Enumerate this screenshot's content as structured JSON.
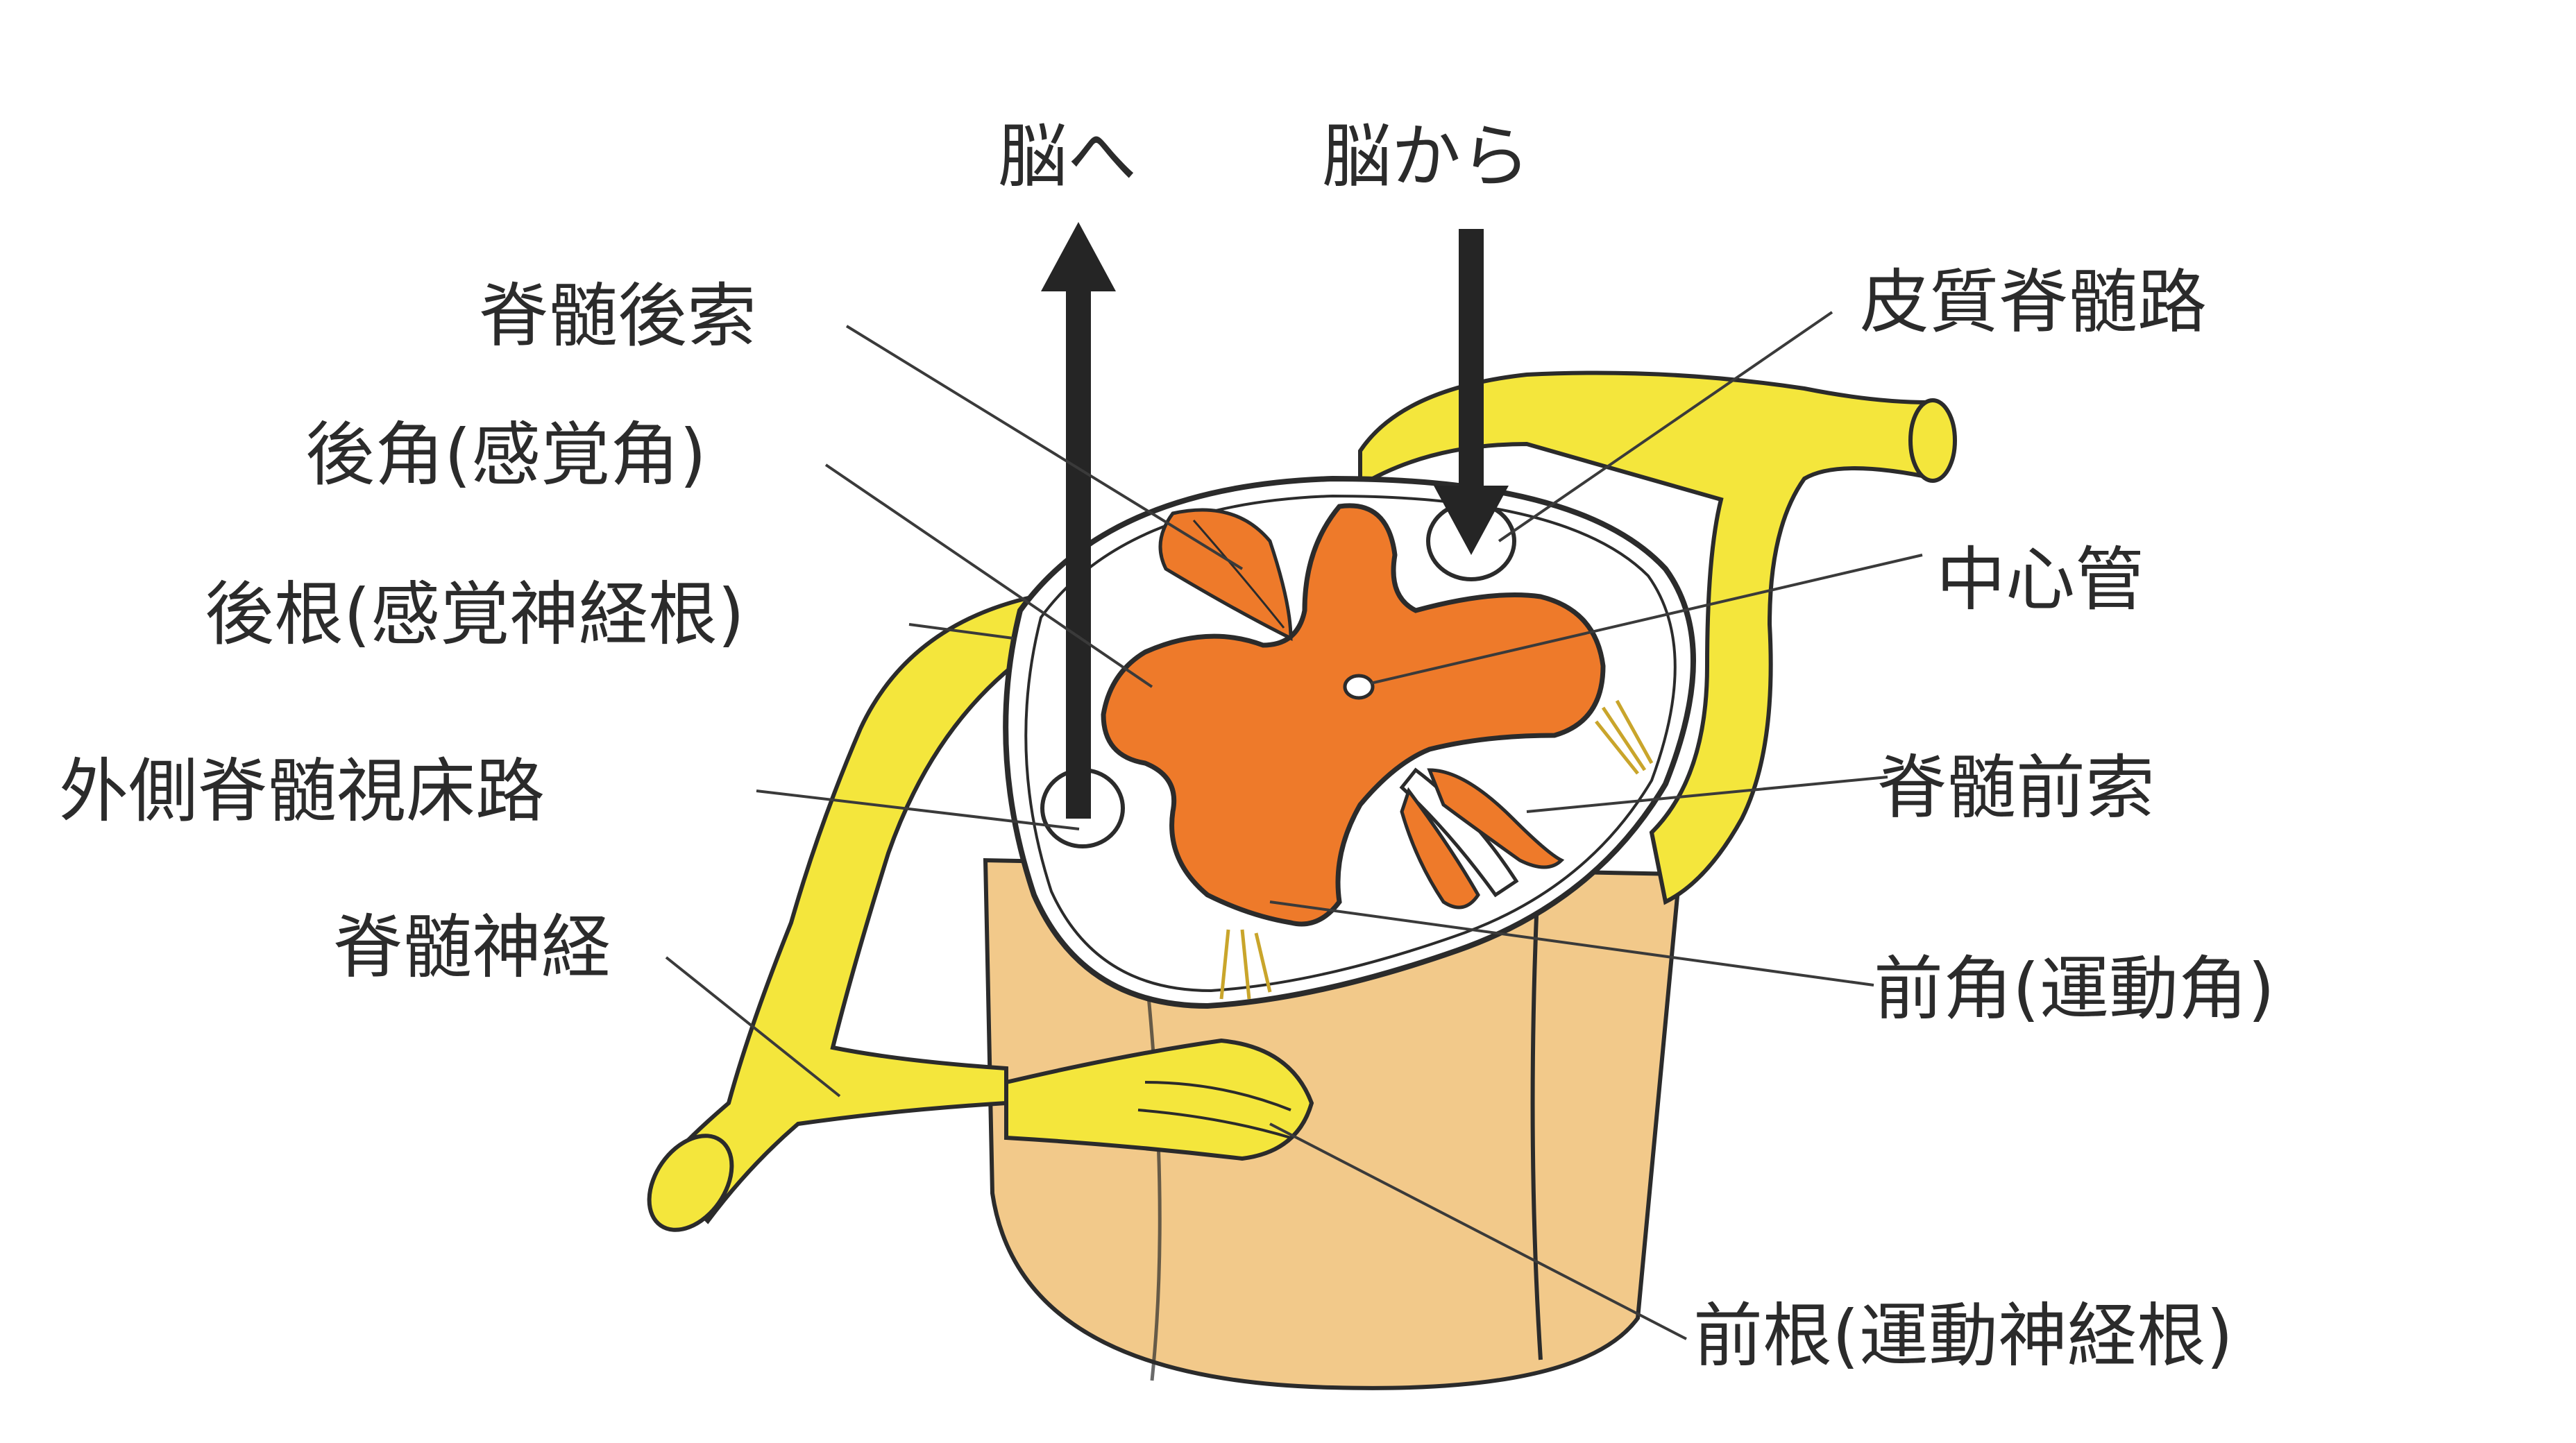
{
  "labels": {
    "to_brain": "脳へ",
    "from_brain": "脳から",
    "dorsal_column": "脊髄後索",
    "dorsal_horn": "後角(感覚角)",
    "dorsal_root": "後根(感覚神経根)",
    "lateral_spinothalamic": "外側脊髄視床路",
    "spinal_nerve": "脊髄神経",
    "corticospinal": "皮質脊髄路",
    "central_canal": "中心管",
    "ventral_column": "脊髄前索",
    "ventral_horn": "前角(運動角)",
    "ventral_root": "前根(運動神経根)"
  },
  "colors": {
    "gray_matter": "#ee7a2a",
    "cord_body": "#f2c98a",
    "nerve": "#f4e63c",
    "outline": "#2b2b2b",
    "arrow": "#252525"
  }
}
